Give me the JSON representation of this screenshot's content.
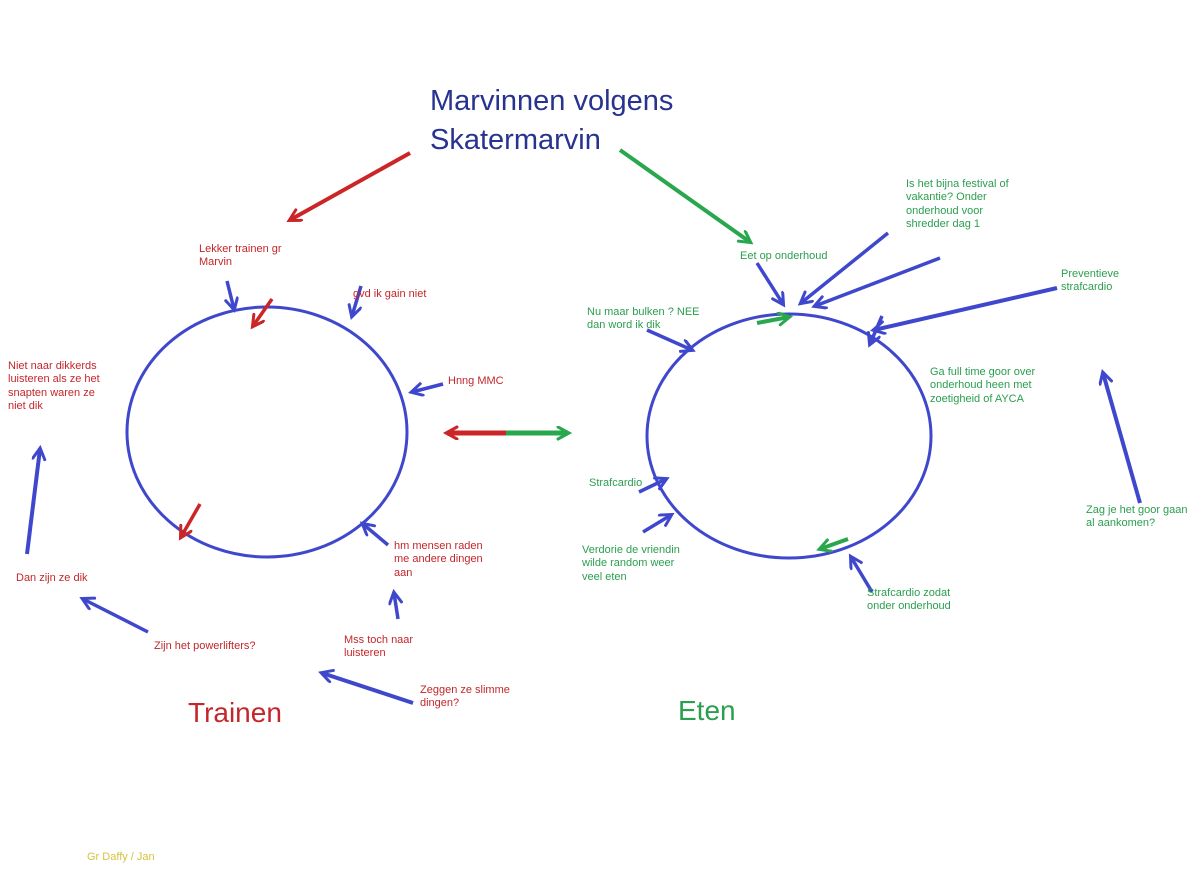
{
  "title": "Marvinnen volgens\nSkatermarvin",
  "credit": "Gr Daffy / Jan",
  "colors": {
    "drawing_blue": "#3F48CC",
    "drawing_red": "#CC2527",
    "drawing_green": "#28A74E",
    "title_blue": "#27338F",
    "credit_yellow": "#D6C340"
  },
  "left_cycle": {
    "label": "Trainen",
    "notes": {
      "lekker_trainen": "Lekker trainen gr\nMarvin",
      "gvd_ik_gain_niet": "gvd ik gain niet",
      "hnng_mmc": "Hnng MMC",
      "niet_naar_dikkerds": "Niet naar dikkerds\nluisteren als ze het\nsnapten waren ze\nniet dik",
      "dan_zijn_ze_dik": "Dan zijn ze dik",
      "zijn_het_powerlifters": "Zijn het powerlifters?",
      "hm_mensen_raden": "hm mensen raden\nme andere dingen\naan",
      "mss_toch_naar": "Mss toch naar\nluisteren",
      "zeggen_ze_slimme": "Zeggen ze slimme\ndingen?"
    }
  },
  "right_cycle": {
    "label": "Eten",
    "notes": {
      "eet_op_onderhoud": "Eet op onderhoud",
      "festival_vakantie": "Is het bijna festival of\nvakantie? Onder\nonderhoud voor\nshredder dag 1",
      "preventieve_strafcardio": "Preventieve\nstrafcardio",
      "nu_maar_bulken": "Nu maar bulken ? NEE\ndan word ik dik",
      "ga_full_time": "Ga full time goor over\nonderhoud heen met\nzoetigheid of AYCA",
      "strafcardio": "Strafcardio",
      "verdorie_vriendin": "Verdorie de vriendin\nwilde random weer\nveel eten",
      "strafcardio_zodat": "Strafcardio zodat\nonder onderhoud",
      "zag_je_het_goor": "Zag je het goor gaan\nal aankomen?"
    }
  }
}
